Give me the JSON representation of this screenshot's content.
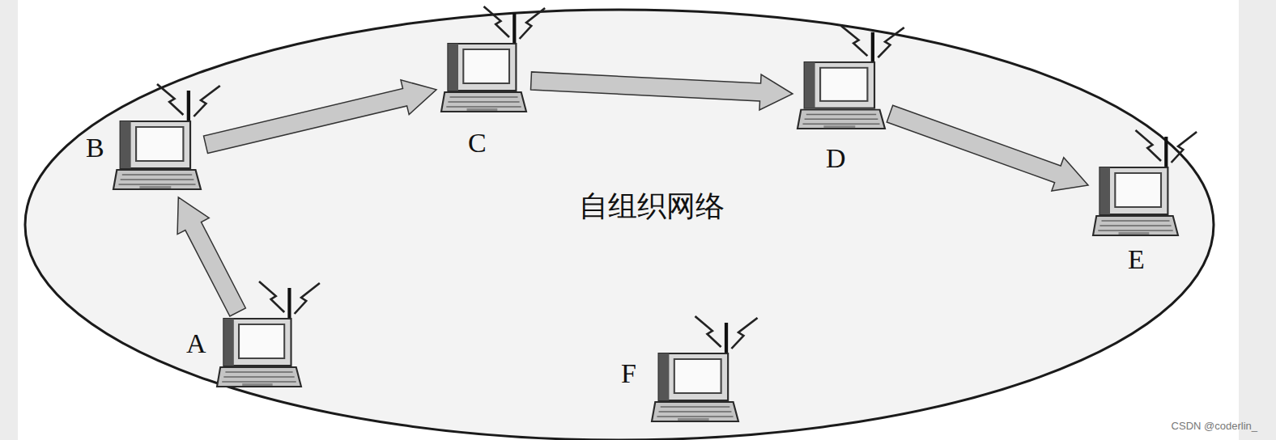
{
  "diagram": {
    "nodes": [
      {
        "text": [
          "A"
        ]
      },
      {
        "text": [
          "B"
        ]
      },
      {
        "text": [
          "C"
        ]
      },
      {
        "text": [
          "D"
        ]
      },
      {
        "text": [
          "E"
        ]
      },
      {
        "text": [
          "F"
        ]
      }
    ],
    "edges": [
      {
        "from": 0,
        "to": 1,
        "arrow": "to"
      },
      {
        "from": 1,
        "to": 2,
        "arrow": "to"
      },
      {
        "from": 2,
        "to": 3,
        "arrow": "to"
      },
      {
        "from": 3,
        "to": 4,
        "arrow": "to"
      }
    ],
    "labels": [
      "自组织网络",
      "CSDN @coderlin_"
    ]
  }
}
